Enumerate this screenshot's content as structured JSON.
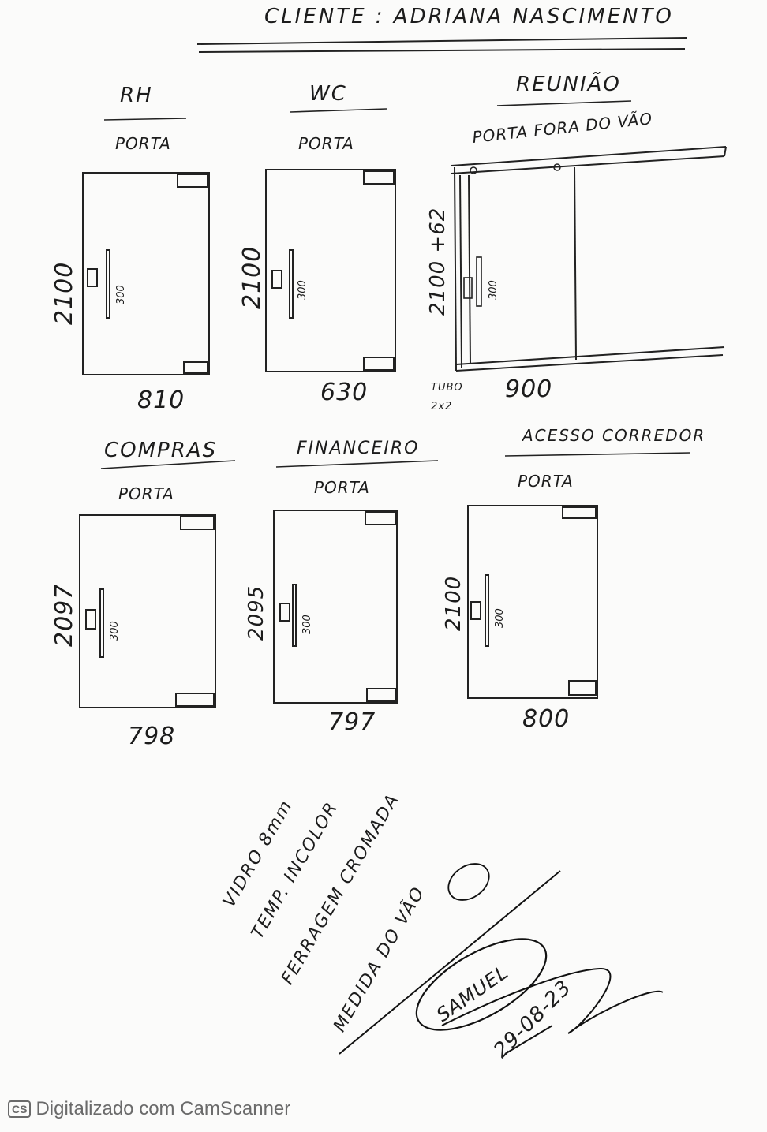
{
  "header": {
    "client": "CLIENTE : ADRIANA NASCIMENTO"
  },
  "doors": [
    {
      "room": "RH",
      "type": "PORTA",
      "height": "2100",
      "width": "810",
      "pull": "300"
    },
    {
      "room": "WC",
      "type": "PORTA",
      "height": "2100",
      "width": "630",
      "pull": "300"
    },
    {
      "room": "REUNIÃO",
      "type": "PORTA FORA DO VÃO",
      "height": "2100 +62",
      "width": "900",
      "pull": "300",
      "tube": "TUBO",
      "tube_size": "2x2"
    },
    {
      "room": "COMPRAS",
      "type": "PORTA",
      "height": "2097",
      "width": "798",
      "pull": "300"
    },
    {
      "room": "FINANCEIRO",
      "type": "PORTA",
      "height": "2095",
      "width": "797",
      "pull": "300"
    },
    {
      "room": "ACESSO CORREDOR",
      "type": "PORTA",
      "height": "2100",
      "width": "800",
      "pull": "300"
    }
  ],
  "notes": {
    "glass": "VIDRO 8mm",
    "tempered": "TEMP. INCOLOR",
    "hardware": "FERRAGEM CROMADA",
    "measure": "MEDIDA DO VÃO"
  },
  "signature": {
    "name": "SAMUEL",
    "date": "29-08-23"
  },
  "footer": {
    "logo": "CS",
    "text": "Digitalizado com CamScanner"
  }
}
